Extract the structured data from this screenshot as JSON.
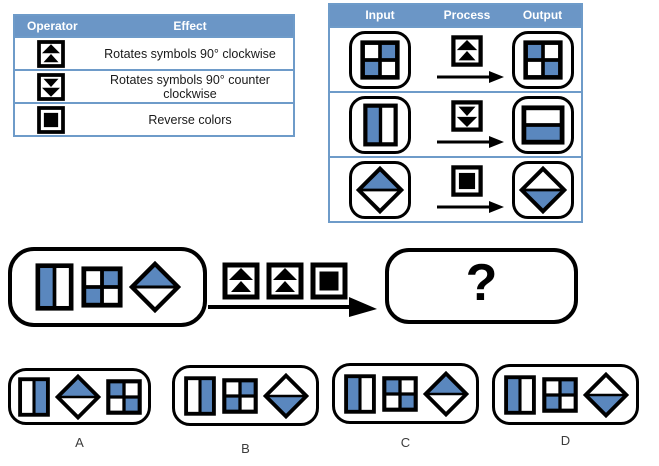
{
  "colors": {
    "table_header_bg": "#6b96c6",
    "table_border": "#6e9bc9",
    "shape_fill": "#5a87be",
    "outline_black": "#000000",
    "text_dark": "#1a1a1a",
    "label_gray": "#3c3c3c"
  },
  "operator_table": {
    "headers": [
      "Operator",
      "Effect"
    ],
    "rows": [
      {
        "op": "op-up",
        "effect": "Rotates symbols 90° clockwise"
      },
      {
        "op": "op-down",
        "effect": "Rotates symbols 90° counter clockwise"
      },
      {
        "op": "op-square",
        "effect": "Reverse colors"
      }
    ]
  },
  "example_table": {
    "headers": [
      "Input",
      "Process",
      "Output"
    ],
    "rows": [
      {
        "input": "grid-tr-bl",
        "process": "op-up",
        "output": "grid-tl-br"
      },
      {
        "input": "vsplit-left",
        "process": "op-down",
        "output": "hsplit-bottom"
      },
      {
        "input": "diamond-top",
        "process": "op-square",
        "output": "diamond-bottom"
      }
    ]
  },
  "question": {
    "input_shapes": [
      "vsplit-left",
      "grid-tr-bl",
      "diamond-top"
    ],
    "operators": [
      "op-up",
      "op-up",
      "op-square"
    ],
    "placeholder": "?"
  },
  "options": [
    {
      "label": "A",
      "shapes": [
        "vsplit-right",
        "diamond-top",
        "grid-tl-br"
      ]
    },
    {
      "label": "B",
      "shapes": [
        "vsplit-right",
        "grid-tr-bl",
        "diamond-bottom"
      ]
    },
    {
      "label": "C",
      "shapes": [
        "vsplit-left",
        "grid-tl-br",
        "diamond-top"
      ]
    },
    {
      "label": "D",
      "shapes": [
        "vsplit-left",
        "grid-tr-bl",
        "diamond-bottom"
      ]
    }
  ]
}
